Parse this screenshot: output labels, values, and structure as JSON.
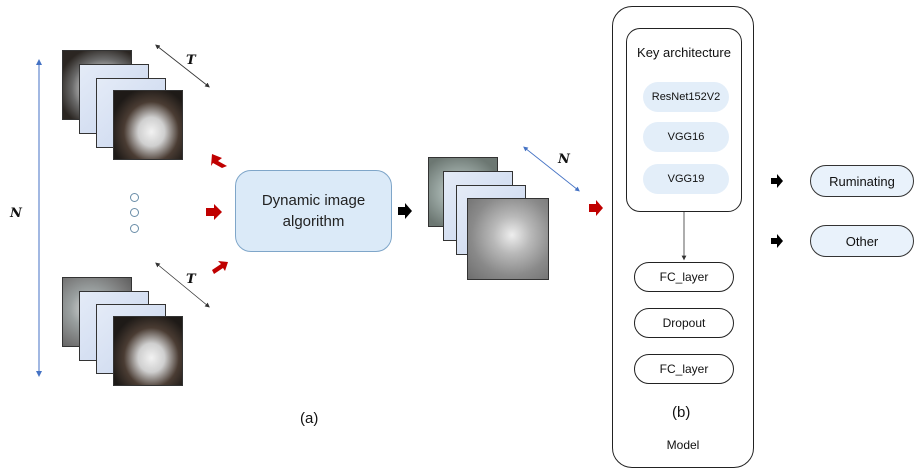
{
  "labels": {
    "T_top": "T",
    "T_bottom": "T",
    "N_left": "N",
    "N_right": "N"
  },
  "algorithm": {
    "label": "Dynamic image algorithm"
  },
  "model": {
    "key_title": "Key architecture",
    "architectures": [
      "ResNet152V2",
      "VGG16",
      "VGG19"
    ],
    "layers": [
      "FC_layer",
      "Dropout",
      "FC_layer"
    ],
    "label": "Model"
  },
  "outputs": [
    "Ruminating",
    "Other"
  ],
  "captions": {
    "a": "(a)",
    "b": "(b)"
  },
  "colors": {
    "red_arrow": "#c00000",
    "blue_line": "#4472c4",
    "pill_fill": "#e3eef9",
    "algo_fill": "#dbeaf8"
  }
}
